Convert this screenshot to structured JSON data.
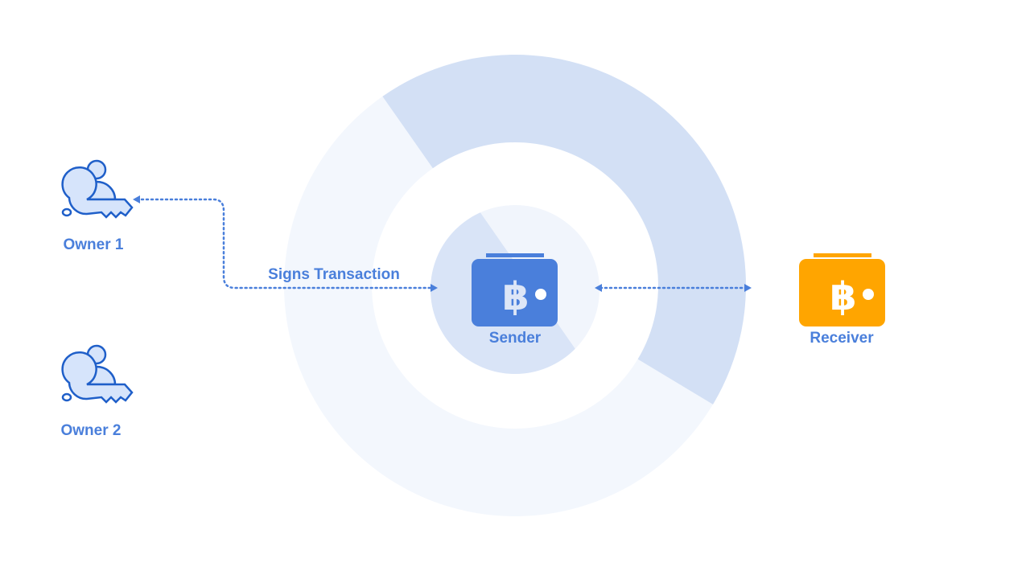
{
  "nodes": {
    "owner1": {
      "label": "Owner 1",
      "icon": "user-key-icon"
    },
    "owner2": {
      "label": "Owner 2",
      "icon": "user-key-icon"
    },
    "sender": {
      "label": "Sender",
      "icon": "bitcoin-wallet-icon",
      "color": "#4a7fdb"
    },
    "receiver": {
      "label": "Receiver",
      "icon": "bitcoin-wallet-icon",
      "color": "#ffa500"
    }
  },
  "edges": {
    "sign": {
      "label": "Signs Transaction"
    }
  },
  "colors": {
    "accent": "#4a7fdb",
    "line": "#1f5fc9",
    "fill": "#d6e4fb",
    "ring": "#d3e0f5"
  }
}
